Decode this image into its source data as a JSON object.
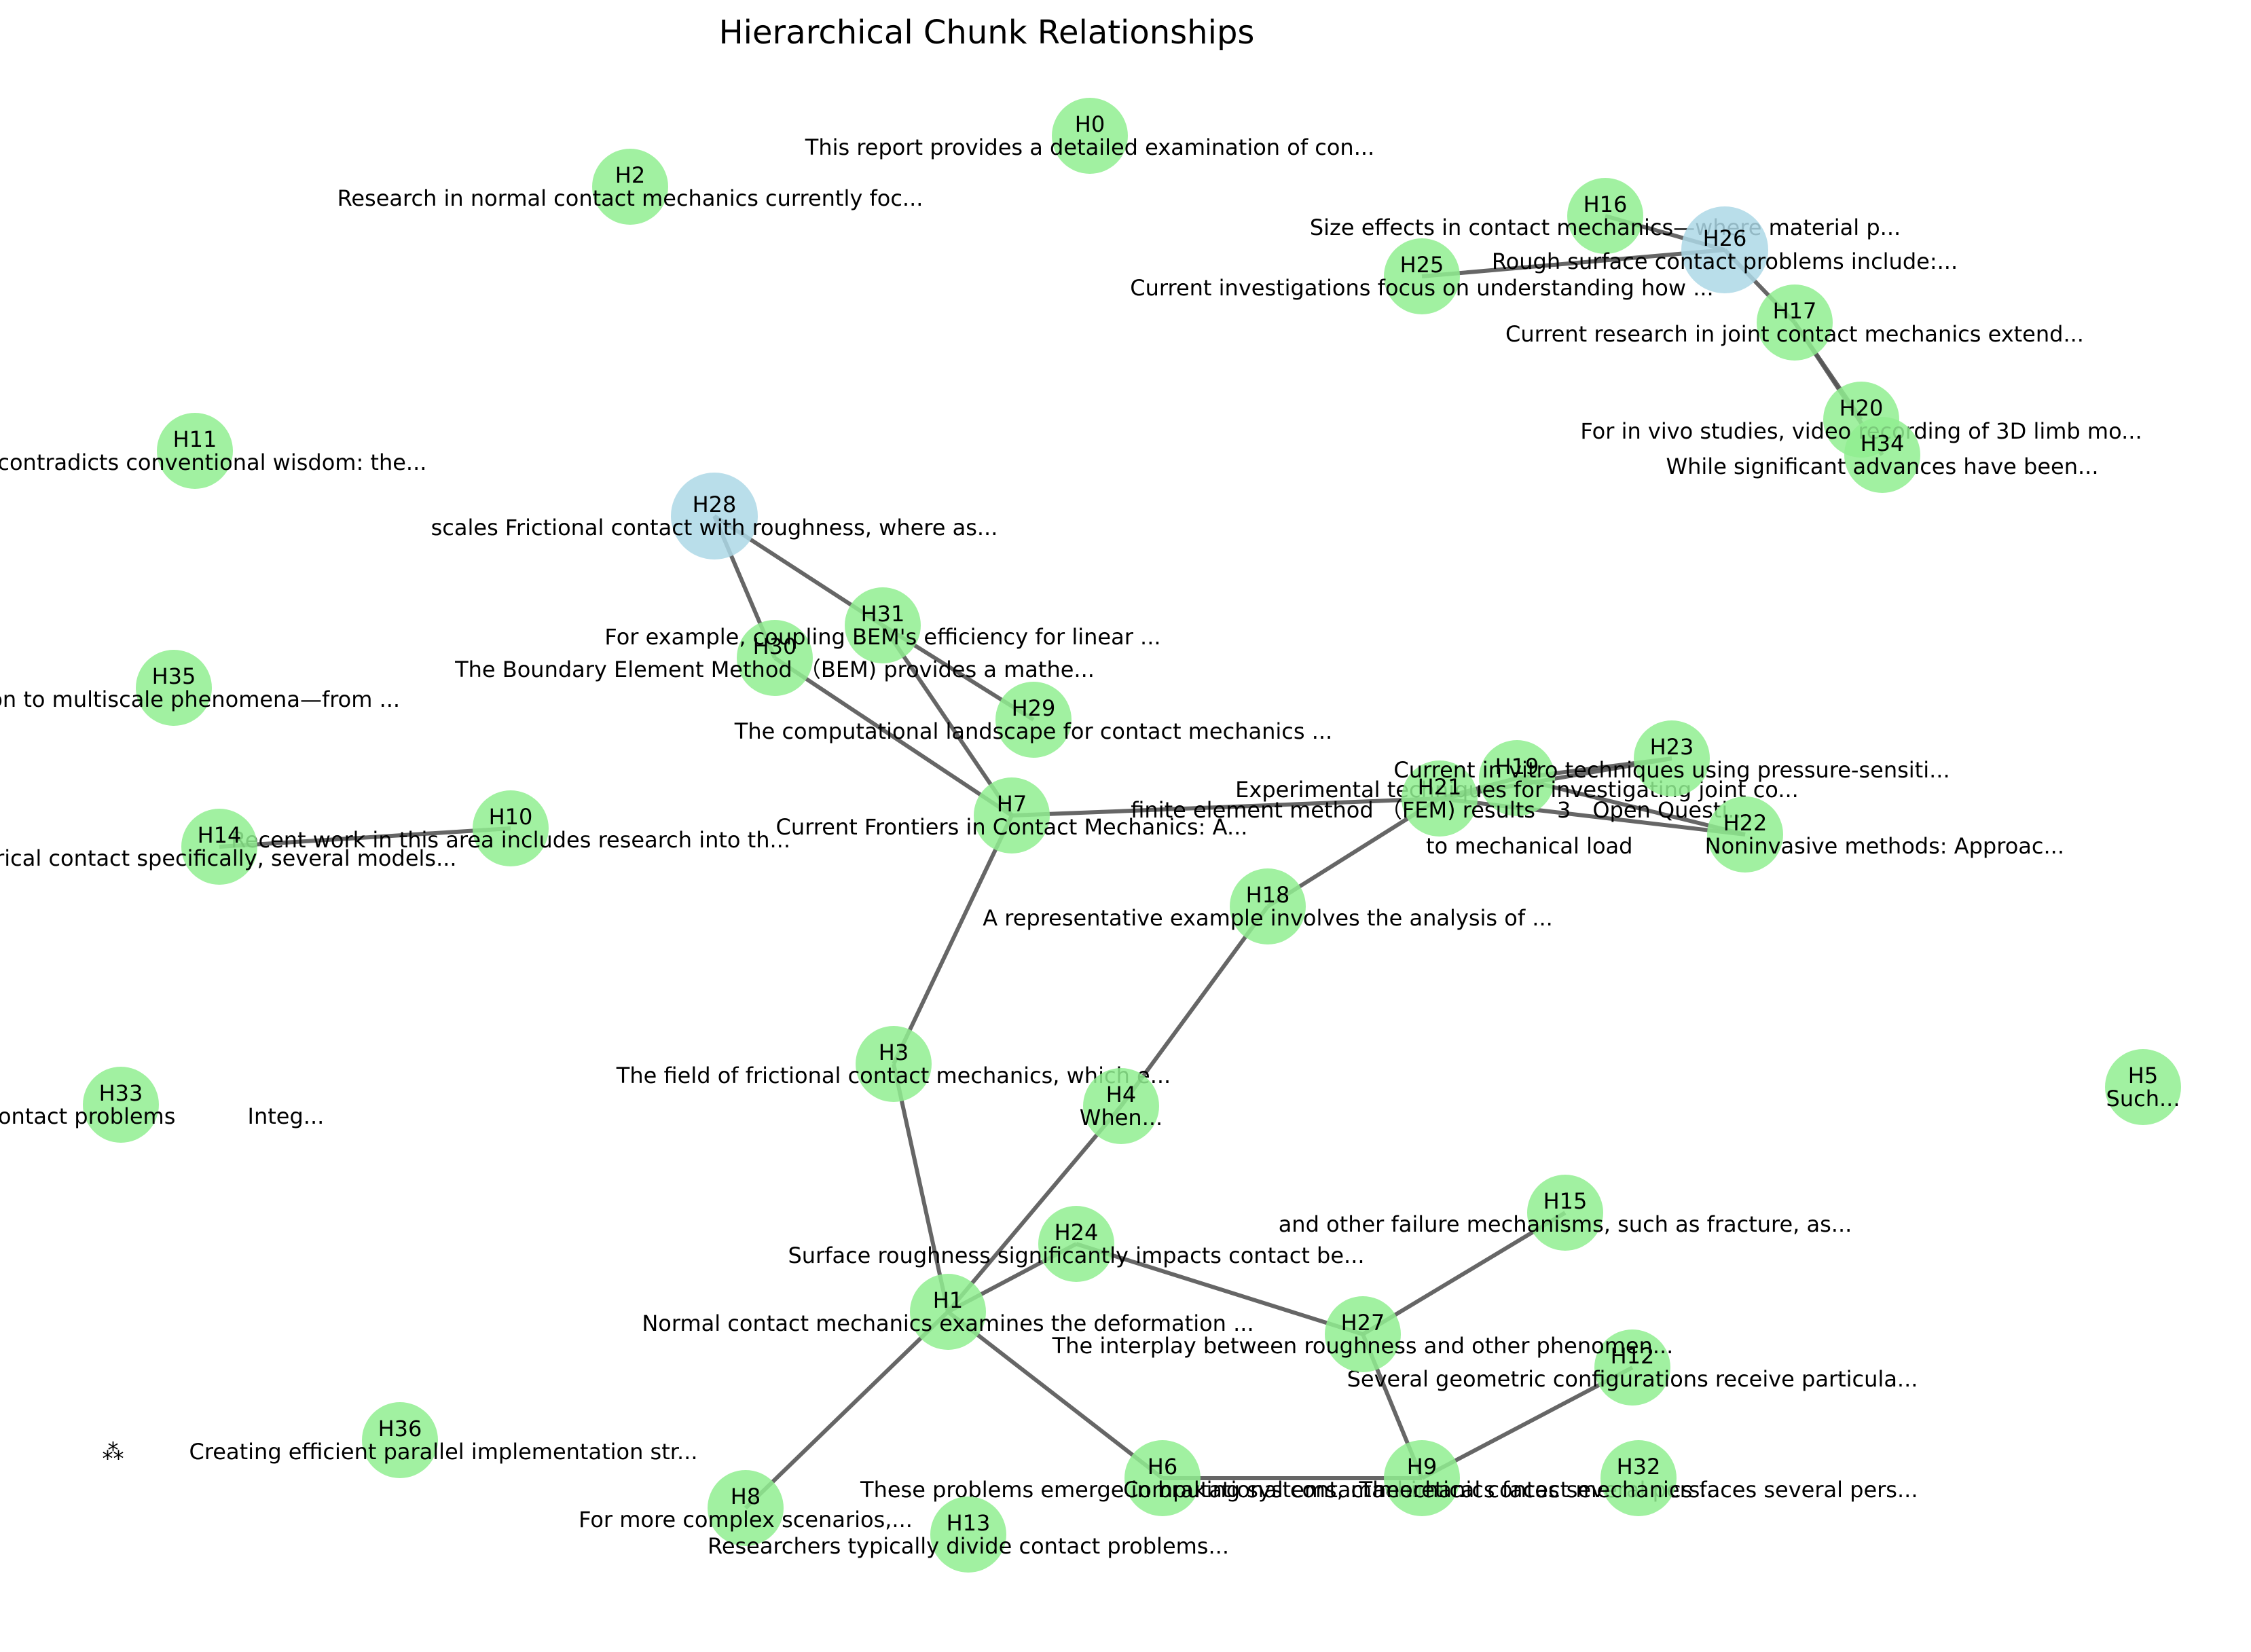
{
  "title": "Hierarchical Chunk Relationships",
  "colors": {
    "node_default": "#90ee90",
    "node_highlight": "#add8e6",
    "edge": "#555555",
    "background": "#ffffff",
    "text": "#000000"
  },
  "nodes": [
    {
      "id": "H0",
      "label": "H0",
      "text": "This report provides a detailed examination of con...",
      "kind": "default"
    },
    {
      "id": "H1",
      "label": "H1",
      "text": "Normal contact mechanics examines the deformation ...",
      "kind": "default"
    },
    {
      "id": "H2",
      "label": "H2",
      "text": "Research in normal contact mechanics currently foc...",
      "kind": "default"
    },
    {
      "id": "H3",
      "label": "H3",
      "text": "The field of frictional contact mechanics, which e...",
      "kind": "default"
    },
    {
      "id": "H4",
      "label": "H4",
      "text": "When...",
      "kind": "default"
    },
    {
      "id": "H5",
      "label": "H5",
      "text": "Such...",
      "kind": "default"
    },
    {
      "id": "H6",
      "label": "H6",
      "text": "These problems emerge in braking systems, machine...",
      "kind": "default"
    },
    {
      "id": "H7",
      "label": "H7",
      "text": "Current Frontiers in Contact Mechanics: A...",
      "kind": "default"
    },
    {
      "id": "H8",
      "label": "H8",
      "text": "For more complex scenarios,...",
      "kind": "default"
    },
    {
      "id": "H9",
      "label": "H9",
      "text": "Computational contact mechanics faces several pers...",
      "kind": "default"
    },
    {
      "id": "H10",
      "label": "H10",
      "text": "Recent work in this area includes research into th...",
      "kind": "default"
    },
    {
      "id": "H11",
      "label": "H11",
      "text": "ng contradicts conventional wisdom: the...",
      "kind": "default"
    },
    {
      "id": "H12",
      "label": "H12",
      "text": "Several geometric configurations receive particula...",
      "kind": "default"
    },
    {
      "id": "H13",
      "label": "H13",
      "text": "Researchers typically divide contact problems...",
      "kind": "default"
    },
    {
      "id": "H14",
      "label": "H14",
      "text": "erical contact specifically, several models...",
      "kind": "default"
    },
    {
      "id": "H15",
      "label": "H15",
      "text": "and other failure mechanisms, such as fracture, as...",
      "kind": "default"
    },
    {
      "id": "H16",
      "label": "H16",
      "text": "Size effects in contact mechanics—where material p...",
      "kind": "default"
    },
    {
      "id": "H17",
      "label": "H17",
      "text": "Current research in joint contact mechanics extend...",
      "kind": "default"
    },
    {
      "id": "H18",
      "label": "H18",
      "text": "A representative example involves the analysis of ...",
      "kind": "default"
    },
    {
      "id": "H19",
      "label": "H19",
      "text": "Experimental techniques for investigating joint co...",
      "kind": "default"
    },
    {
      "id": "H20",
      "label": "H20",
      "text": "For in vivo studies, video recording of 3D limb mo...",
      "kind": "default"
    },
    {
      "id": "H21",
      "label": "H21",
      "text": "finite element method （FEM) results　3　Open Questi...",
      "kind": "default"
    },
    {
      "id": "H22",
      "label": "H22",
      "text": "to mechanical load 　　　Noninvasive methods: Approac...",
      "kind": "default"
    },
    {
      "id": "H23",
      "label": "H23",
      "text": "Current in vitro techniques using pressure-sensiti...",
      "kind": "default"
    },
    {
      "id": "H24",
      "label": "H24",
      "text": "Surface roughness significantly impacts contact be...",
      "kind": "default"
    },
    {
      "id": "H25",
      "label": "H25",
      "text": "Current investigations focus on understanding how ...",
      "kind": "default"
    },
    {
      "id": "H26",
      "label": "H26",
      "text": "Rough surface contact problems include:...",
      "kind": "highlight"
    },
    {
      "id": "H27",
      "label": "H27",
      "text": "The interplay between roughness and other phenomen...",
      "kind": "default"
    },
    {
      "id": "H28",
      "label": "H28",
      "text": "scales Frictional contact with roughness, where as...",
      "kind": "highlight"
    },
    {
      "id": "H29",
      "label": "H29",
      "text": "The computational landscape for contact mechanics ...",
      "kind": "default"
    },
    {
      "id": "H30",
      "label": "H30",
      "text": "The Boundary Element Method （BEM) provides a mathe...",
      "kind": "default"
    },
    {
      "id": "H31",
      "label": "H31",
      "text": "For example, coupling BEM's efficiency for linear ...",
      "kind": "default"
    },
    {
      "id": "H32",
      "label": "H32",
      "text": "Theoretical contact mechanics faces several pers...",
      "kind": "default"
    },
    {
      "id": "H33",
      "label": "H33",
      "text": "linear contact problems 　　　Integ...",
      "kind": "default"
    },
    {
      "id": "H34",
      "label": "H34",
      "text": "While significant advances have been...",
      "kind": "default"
    },
    {
      "id": "H35",
      "label": "H35",
      "text": "ention to multiscale phenomena—from ...",
      "kind": "default"
    },
    {
      "id": "H36",
      "label": "H36",
      "text": "⁂　　　Creating efficient parallel implementation str...",
      "kind": "default"
    }
  ],
  "edges": [
    [
      "H28",
      "H30"
    ],
    [
      "H28",
      "H31"
    ],
    [
      "H31",
      "H29"
    ],
    [
      "H31",
      "H7"
    ],
    [
      "H30",
      "H7"
    ],
    [
      "H7",
      "H3"
    ],
    [
      "H7",
      "H21"
    ],
    [
      "H3",
      "H1"
    ],
    [
      "H1",
      "H4"
    ],
    [
      "H4",
      "H18"
    ],
    [
      "H18",
      "H21"
    ],
    [
      "H21",
      "H19"
    ],
    [
      "H21",
      "H23"
    ],
    [
      "H21",
      "H22"
    ],
    [
      "H19",
      "H23"
    ],
    [
      "H19",
      "H22"
    ],
    [
      "H1",
      "H24"
    ],
    [
      "H1",
      "H8"
    ],
    [
      "H1",
      "H6"
    ],
    [
      "H24",
      "H27"
    ],
    [
      "H27",
      "H15"
    ],
    [
      "H27",
      "H9"
    ],
    [
      "H6",
      "H9"
    ],
    [
      "H9",
      "H12"
    ],
    [
      "H14",
      "H10"
    ],
    [
      "H25",
      "H26"
    ],
    [
      "H16",
      "H26"
    ],
    [
      "H26",
      "H17"
    ],
    [
      "H17",
      "H20"
    ],
    [
      "H17",
      "H34"
    ]
  ]
}
